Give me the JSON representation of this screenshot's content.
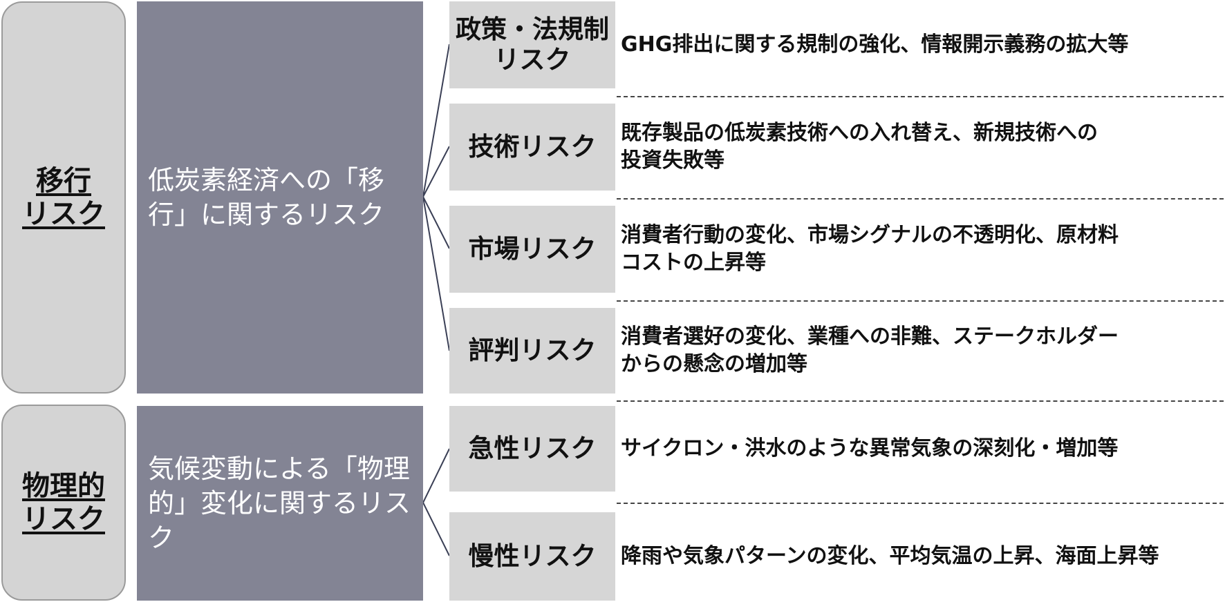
{
  "groups": [
    {
      "category": "移行\nリスク",
      "description": "低炭素経済への「移行」に関するリスク",
      "items": [
        {
          "name": "政策・法規制\nリスク",
          "detail": "GHG排出に関する規制の強化、情報開示義務の拡大等"
        },
        {
          "name": "技術リスク",
          "detail": "既存製品の低炭素技術への入れ替え、新規技術への\n投資失敗等"
        },
        {
          "name": "市場リスク",
          "detail": "消費者行動の変化、市場シグナルの不透明化、原材料\nコストの上昇等"
        },
        {
          "name": "評判リスク",
          "detail": "消費者選好の変化、業種への非難、ステークホルダー\nからの懸念の増加等"
        }
      ]
    },
    {
      "category": "物理的\nリスク",
      "description": "気候変動による「物理的」変化に関するリスク",
      "items": [
        {
          "name": "急性リスク",
          "detail": "サイクロン・洪水のような異常気象の深刻化・増加等"
        },
        {
          "name": "慢性リスク",
          "detail": "降雨や気象パターンの変化、平均気温の上昇、海面上昇等"
        }
      ]
    }
  ],
  "colors": {
    "category_fill": "#d4d4d4",
    "description_fill": "#838494",
    "item_fill": "#d6d6d6",
    "connector": "#3a3f55"
  }
}
